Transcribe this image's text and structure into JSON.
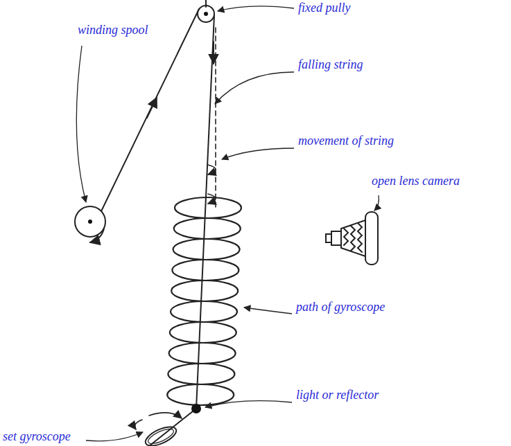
{
  "diagram": {
    "labels": [
      "fixed pully",
      "winding spool",
      "falling string",
      "movement of string",
      "open lens camera",
      "path of gyroscope",
      "light or reflector",
      "set gyroscope"
    ]
  }
}
